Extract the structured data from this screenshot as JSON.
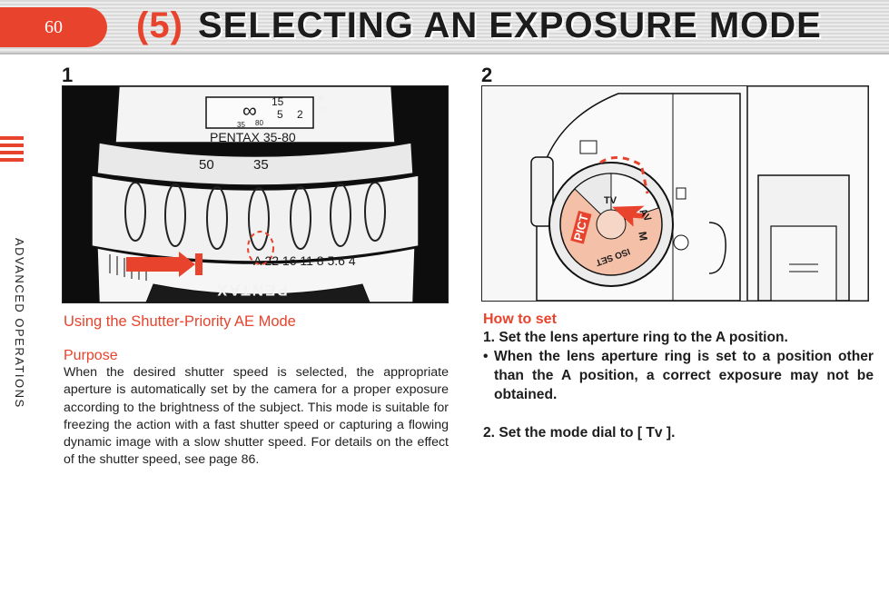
{
  "header": {
    "page_number": "60",
    "section_number": "(5)",
    "title": "SELECTING AN EXPOSURE MODE"
  },
  "side_label": "ADVANCED OPERATIONS",
  "figures": {
    "fig1": {
      "number": "1",
      "lens_scale": {
        "infinity": "∞",
        "n15": "15",
        "n5": "5",
        "n2": "2",
        "ft": "ft",
        "m": "m",
        "focal_35": "35",
        "focal_80": "80",
        "brand_zoom": "PENTAX 35-80",
        "zoom_50": "50",
        "zoom_35": "35",
        "apertures": "A 22 16 11 8 5.6 4",
        "brand_inverted": "PENTAX"
      }
    },
    "fig2": {
      "number": "2",
      "dial": {
        "tv": "TV",
        "av": "AV",
        "m": "M",
        "pict": "PICT",
        "iso_set": "ISO SET"
      }
    }
  },
  "left_section": {
    "heading": "Using the Shutter-Priority AE Mode",
    "purpose_heading": "Purpose",
    "purpose_text": "When the desired shutter speed is selected, the appropriate aperture is automatically set by the camera for a proper exposure according to the brightness of the subject. This mode is suitable for freezing the action with a fast shutter speed or capturing a flowing dynamic image with a slow shutter speed. For details on the effect of the shutter speed, see page 86."
  },
  "right_section": {
    "heading": "How to set",
    "step1": "1. Set the lens aperture ring to the A position.",
    "bullet_dot": "•",
    "bullet": "When the lens aperture ring is set to a position other than the A position, a correct exposure may not be obtained.",
    "step2": "2. Set the mode dial to [ Tv ]."
  }
}
